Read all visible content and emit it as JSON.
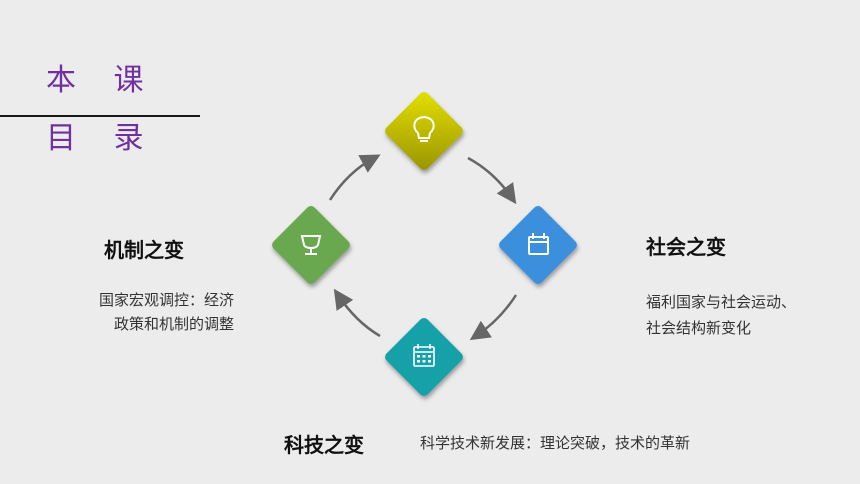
{
  "title": "本 课 目 录",
  "colors": {
    "title": "#7030a0",
    "top": "#c8c400",
    "right": "#3a8fdc",
    "bottom": "#19a0a8",
    "left": "#6aa84f",
    "arrow": "#666666"
  },
  "nodes": {
    "top": {
      "icon": "lightbulb-icon"
    },
    "right": {
      "icon": "calendar-icon"
    },
    "bottom": {
      "icon": "calendar-grid-icon"
    },
    "left": {
      "icon": "trophy-icon"
    }
  },
  "sections": {
    "left": {
      "heading": "机制之变",
      "desc1": "国家宏观调控：经济",
      "desc2": "政策和机制的调整"
    },
    "right": {
      "heading": "社会之变",
      "desc1": "福利国家与社会运动、",
      "desc2": "社会结构新变化"
    },
    "bottom": {
      "heading": "科技之变",
      "desc": "科学技术新发展：理论突破，技术的革新"
    }
  }
}
